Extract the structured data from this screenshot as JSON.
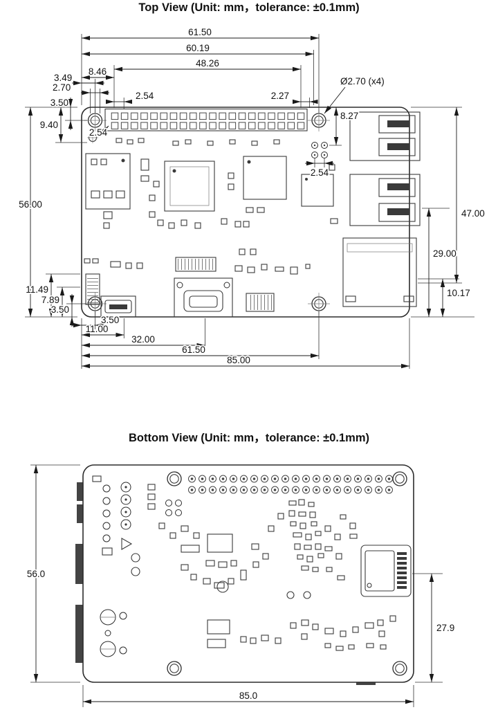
{
  "top": {
    "title": "Top View (Unit: mm，tolerance: ±0.1mm)",
    "dims": {
      "w6150_top": "61.50",
      "w6019": "60.19",
      "w4826": "48.26",
      "w846": "8.46",
      "w349": "3.49",
      "w270": "2.70",
      "h350_tl": "3.50",
      "h940": "9.40",
      "h5600": "56.00",
      "p254_pitch": "2.54",
      "p254_rows": "2.54",
      "p227": "2.27",
      "hole_callout": "Ø2.70 (x4)",
      "h827": "8.27",
      "p254_poe": "2.54",
      "h4700": "47.00",
      "h2900": "29.00",
      "h1017": "10.17",
      "h1149": "11.49",
      "h789": "7.89",
      "h350_bl": "3.50",
      "w350_b": "3.50",
      "w1100": "11.00",
      "w3200": "32.00",
      "w6150_bottom": "61.50",
      "w8500": "85.00"
    }
  },
  "bottom": {
    "title": "Bottom View (Unit: mm，tolerance: ±0.1mm)",
    "dims": {
      "h560": "56.0",
      "h279": "27.9",
      "w850": "85.0"
    }
  }
}
